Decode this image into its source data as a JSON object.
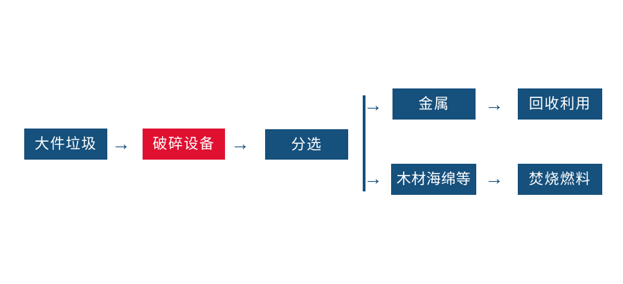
{
  "page": {
    "background": "#ffffff",
    "description_labels": {
      "diagram_type": "flowchart"
    }
  },
  "colors": {
    "primary_blue": "#16507C",
    "accent_red": "#E01031",
    "text_white": "#ffffff"
  },
  "flowchart": {
    "nodes": [
      {
        "id": "bulky-waste",
        "label": "大件垃圾",
        "color": "blue"
      },
      {
        "id": "crushing-equipment",
        "label": "破碎设备",
        "color": "red"
      },
      {
        "id": "sorting",
        "label": "分选",
        "color": "blue"
      },
      {
        "id": "metal",
        "label": "金属",
        "color": "blue"
      },
      {
        "id": "recycling",
        "label": "回收利用",
        "color": "blue"
      },
      {
        "id": "wood-sponge-etc",
        "label": "木材海绵等",
        "color": "blue"
      },
      {
        "id": "incineration-fuel",
        "label": "焚烧燃料",
        "color": "blue"
      }
    ],
    "arrow_glyph": "→"
  }
}
